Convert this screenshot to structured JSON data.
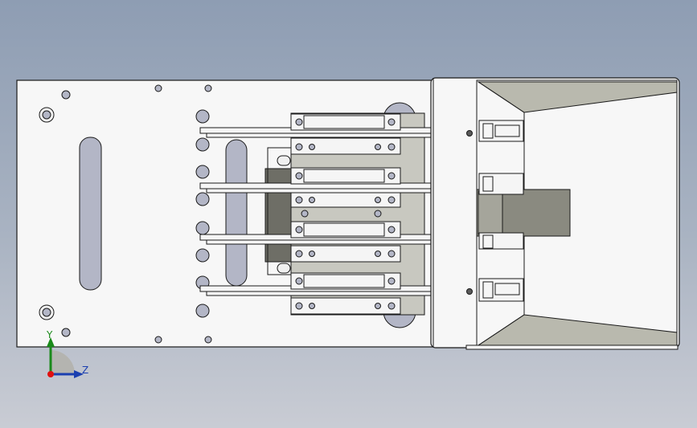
{
  "view": {
    "background_top": "#8e9db3",
    "background_bottom": "#c9ccd4"
  },
  "triad": {
    "y_label": "Y",
    "z_label": "Z",
    "y_color": "#1a8a1a",
    "z_color": "#1a3fb0",
    "origin_color": "#e01010"
  },
  "model": {
    "plate_color": "#f5f5f5",
    "edge_color": "#1a1a1a",
    "block_color": "#c8c8c0",
    "dark_block_color": "#6e6e66",
    "cylinder_color": "#8a8a80",
    "icons": [
      "base-plate",
      "slot-hole",
      "guide-rail",
      "slider-block",
      "cylinder",
      "hopper-funnel",
      "coordinate-triad"
    ]
  }
}
